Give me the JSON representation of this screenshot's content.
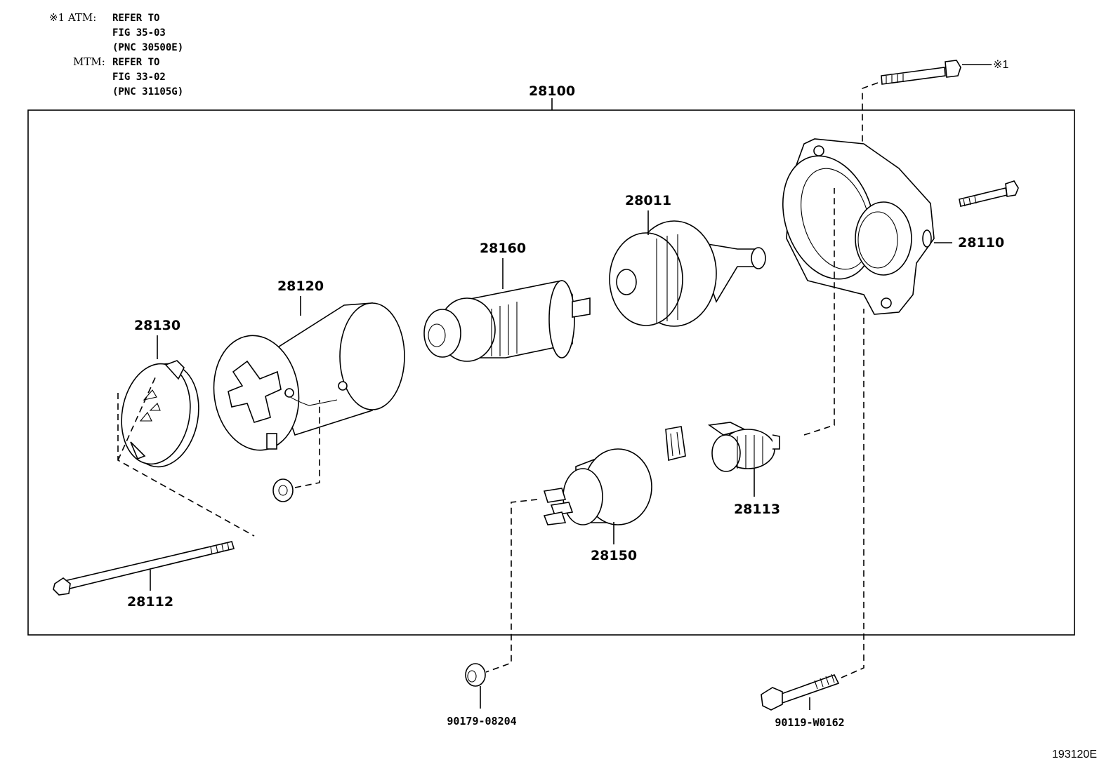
{
  "notes": {
    "atm_prefix": "※1 ATM:",
    "atm_line1": "REFER TO",
    "atm_line2": "FIG 35-03",
    "atm_line3": "(PNC 30500E)",
    "mtm_prefix": "MTM:",
    "mtm_line1": "REFER TO",
    "mtm_line2": "FIG 33-02",
    "mtm_line3": "(PNC 31105G)"
  },
  "assembly_label": "28100",
  "parts": {
    "p28130": "28130",
    "p28120": "28120",
    "p28160": "28160",
    "p28011": "28011",
    "p28110": "28110",
    "p28113": "28113",
    "p28150": "28150",
    "p28112": "28112",
    "p90179": "90179-08204",
    "p90119": "90119-W0162"
  },
  "callout_ref": "※1",
  "figure_id": "193120E"
}
